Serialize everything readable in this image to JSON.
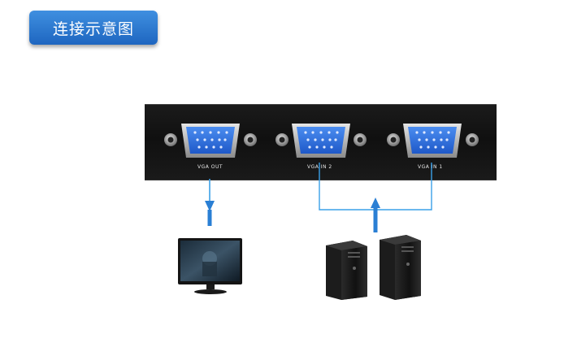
{
  "header": {
    "title": "连接示意图"
  },
  "ports": [
    {
      "id": "out",
      "label": "VGA OUT"
    },
    {
      "id": "in2",
      "label": "VGA IN 2"
    },
    {
      "id": "in1",
      "label": "VGA IN 1"
    }
  ],
  "colors": {
    "accent": "#2a7fd4",
    "connector": "#2c6fe0",
    "line": "#3aa0e8",
    "device_body": "#141414"
  }
}
